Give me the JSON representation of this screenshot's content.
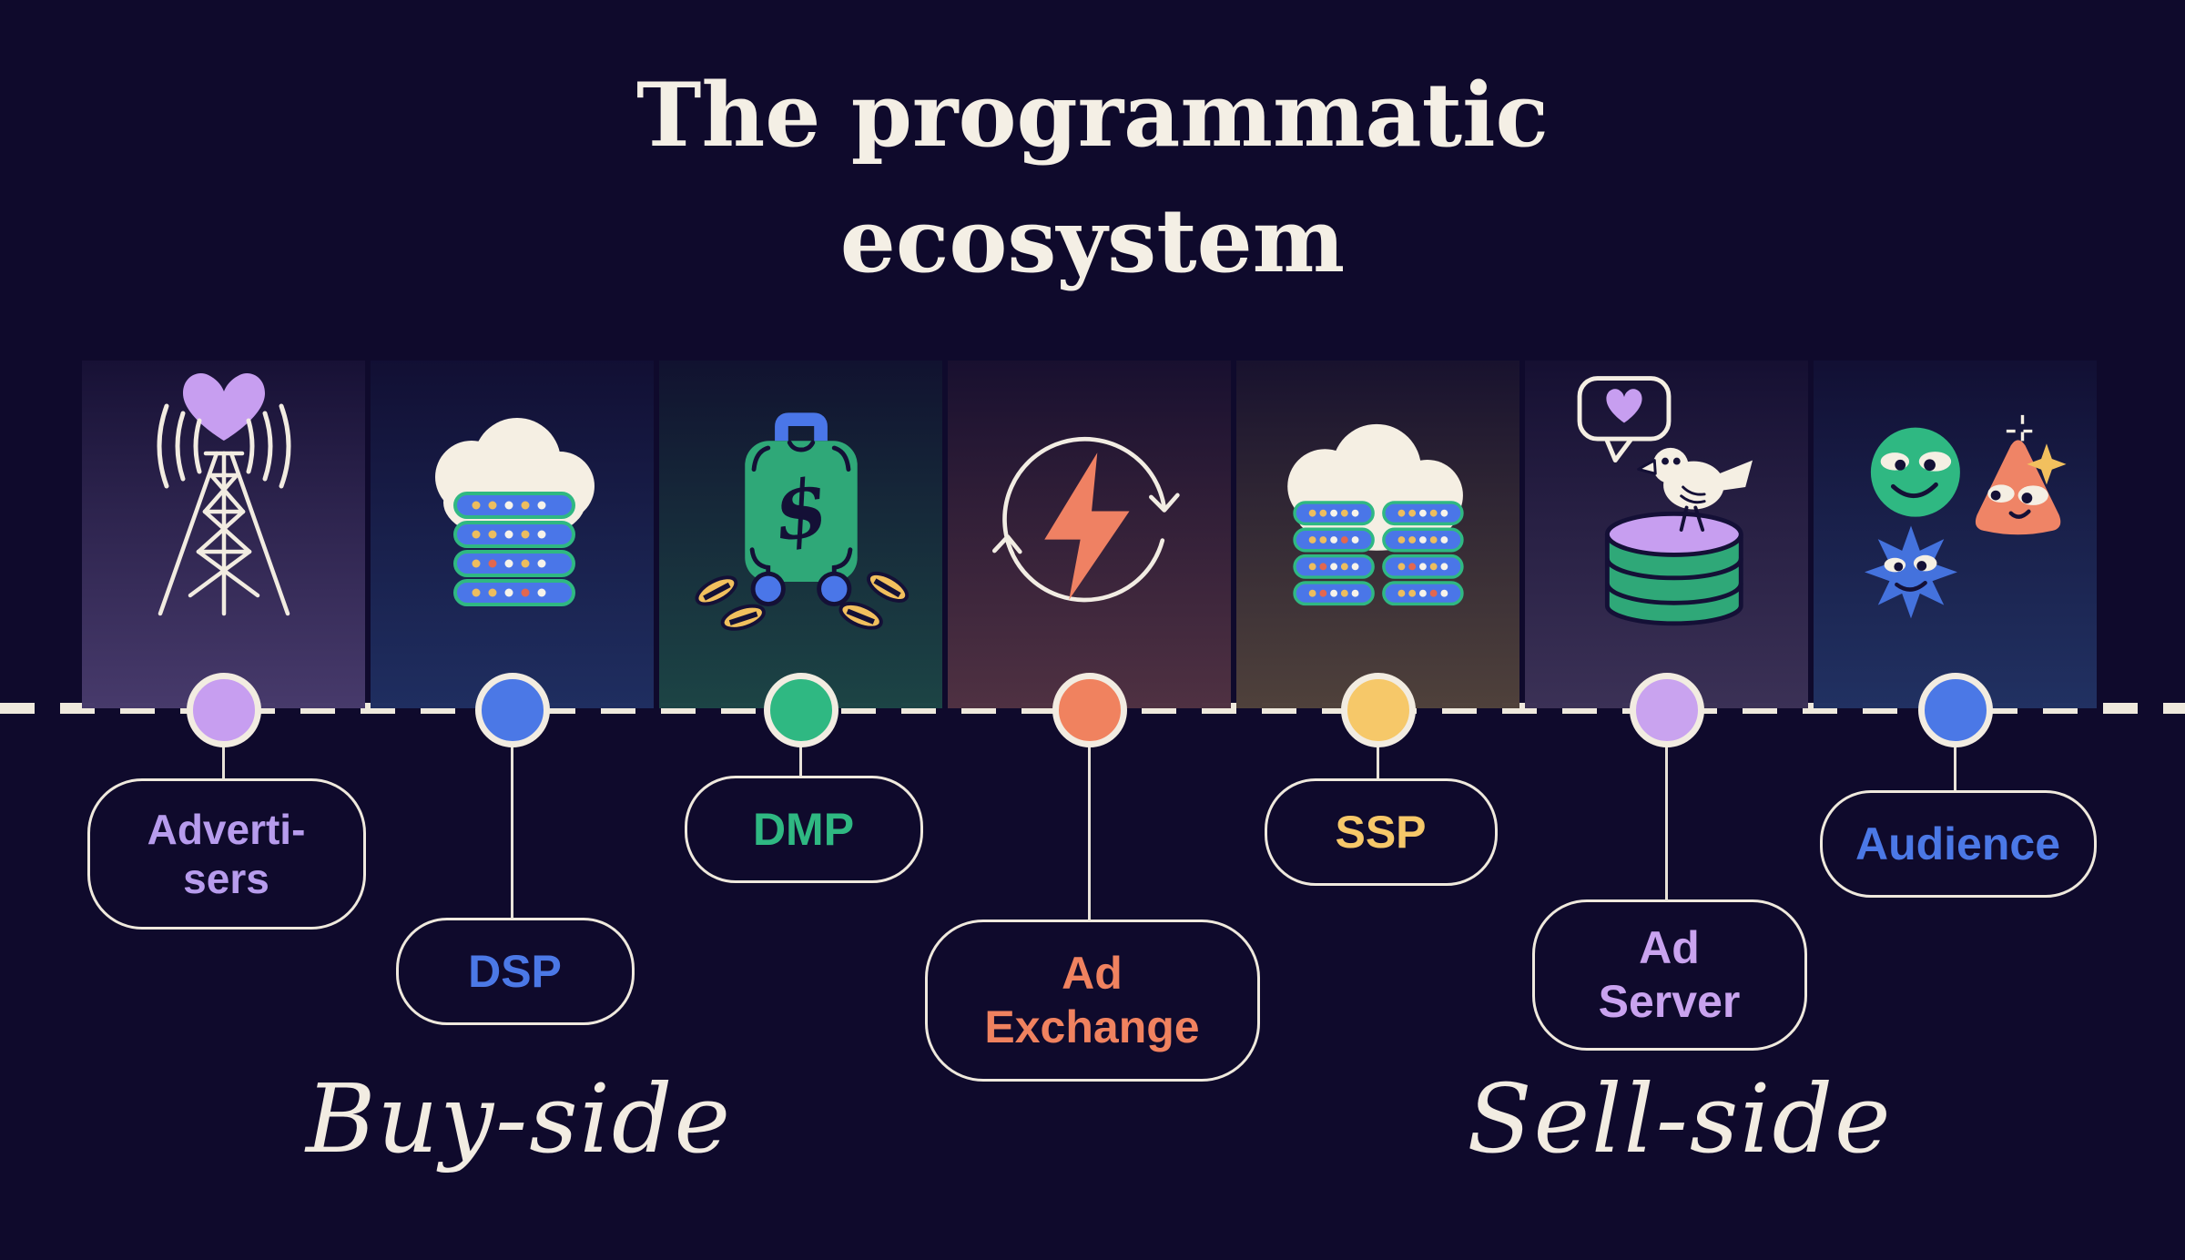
{
  "title": {
    "line1": "The programmatic",
    "line2": "ecosystem"
  },
  "sections": {
    "buy": "Buy-side",
    "sell": "Sell-side"
  },
  "colors": {
    "background": "#0f0a2c",
    "title": "#f4efe5",
    "dashed_line": "#efe9dd",
    "box_border": "#efe9dd",
    "purple": "#c79ef0",
    "blue": "#4b78e6",
    "green": "#2fb882",
    "coral": "#f0825f",
    "yellow": "#f6c869",
    "light_purple": "#c9a3ef",
    "cream": "#f5efe3",
    "navy_ink": "#141036"
  },
  "nodes": [
    {
      "id": "advertisers",
      "label": "Adverti-\nsers",
      "label_color": "#b79ced",
      "dot_color": "#c79ef0",
      "icon": "radio-tower-heart-icon"
    },
    {
      "id": "dsp",
      "label": "DSP",
      "label_color": "#4b78e6",
      "dot_color": "#4b78e6",
      "icon": "cloud-server-stack-icon"
    },
    {
      "id": "dmp",
      "label": "DMP",
      "label_color": "#2fb882",
      "dot_color": "#2fb882",
      "icon": "money-suitcase-coins-icon"
    },
    {
      "id": "ad-exchange",
      "label": "Ad\nExchange",
      "label_color": "#f0825f",
      "dot_color": "#f0825f",
      "icon": "lightning-cycle-icon"
    },
    {
      "id": "ssp",
      "label": "SSP",
      "label_color": "#f6c869",
      "dot_color": "#f6c869",
      "icon": "cloud-double-server-stack-icon"
    },
    {
      "id": "ad-server",
      "label": "Ad\nServer",
      "label_color": "#c9a3ef",
      "dot_color": "#c9a3ef",
      "icon": "bird-on-database-icon"
    },
    {
      "id": "audience",
      "label": "Audience",
      "label_color": "#4b78e6",
      "dot_color": "#4b78e6",
      "icon": "audience-characters-icon"
    }
  ]
}
